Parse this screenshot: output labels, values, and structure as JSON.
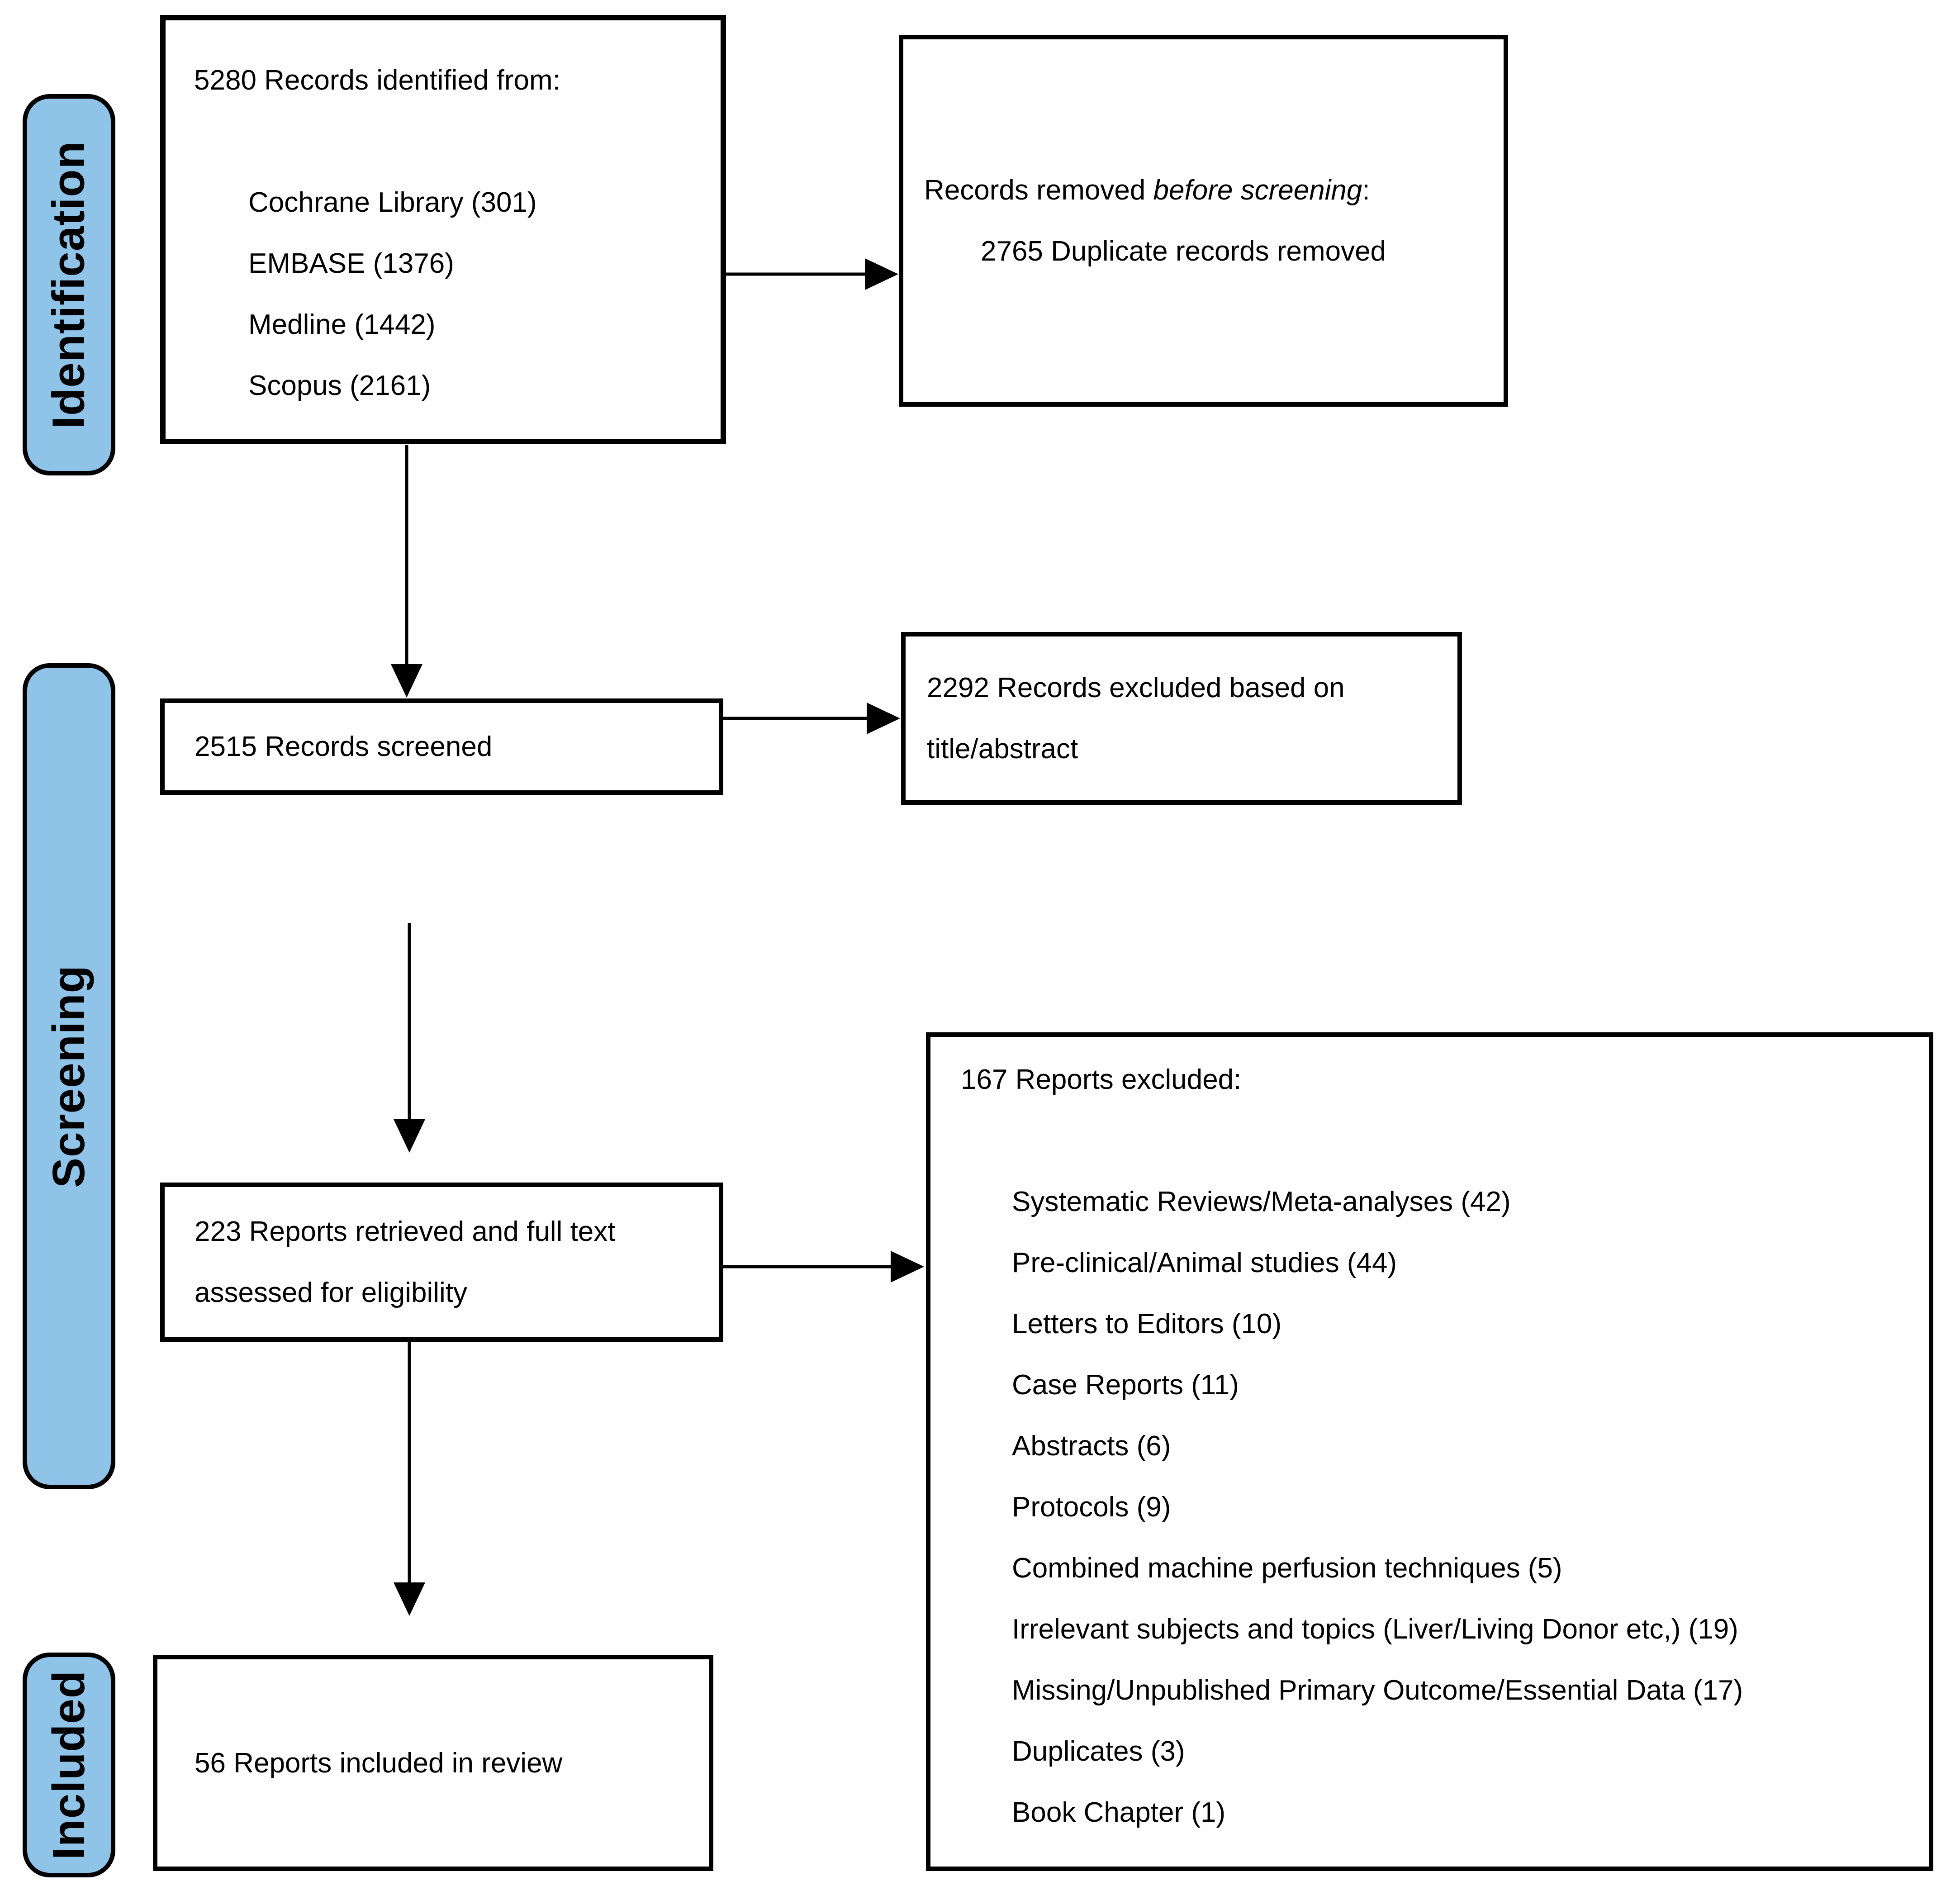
{
  "diagram": {
    "title": "PRISMA flow diagram",
    "colors": {
      "stage_fill": "#8fc3e8",
      "line": "#000000",
      "box_fill": "#ffffff"
    },
    "stages": {
      "identification": "Identification",
      "screening": "Screening",
      "included": "Included"
    },
    "boxes": {
      "identified": {
        "heading": "5280 Records identified from:",
        "items": [
          "Cochrane Library (301)",
          "EMBASE (1376)",
          "Medline (1442)",
          "Scopus (2161)"
        ]
      },
      "removed": {
        "prefix": "Records removed ",
        "italic": "before screening",
        "suffix": ":",
        "detail": "2765 Duplicate records removed"
      },
      "screened": {
        "text": "2515 Records screened"
      },
      "excluded_title": {
        "line1": "2292 Records excluded based on",
        "line2": "title/abstract"
      },
      "retrieved": {
        "line1": "223 Reports retrieved and full text",
        "line2": "assessed for eligibility"
      },
      "reports_excluded": {
        "heading": "167 Reports excluded:",
        "items": [
          "Systematic Reviews/Meta-analyses (42)",
          "Pre-clinical/Animal studies (44)",
          "Letters to Editors (10)",
          "Case Reports (11)",
          "Abstracts (6)",
          "Protocols (9)",
          "Combined machine perfusion techniques (5)",
          "Irrelevant subjects and topics (Liver/Living Donor etc,) (19)",
          "Missing/Unpublished Primary Outcome/Essential Data (17)",
          "Duplicates (3)",
          "Book Chapter (1)"
        ]
      },
      "included": {
        "text": "56 Reports included in review"
      }
    }
  }
}
